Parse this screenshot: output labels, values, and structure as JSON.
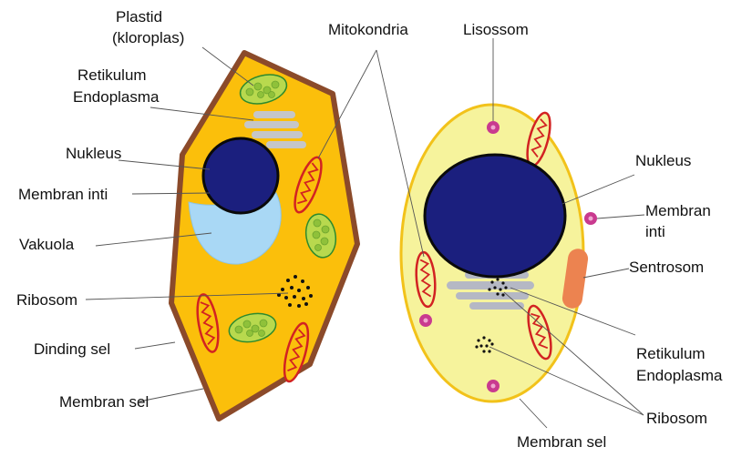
{
  "labels": {
    "plastid_line1": "Plastid",
    "plastid_line2": "(kloroplas)",
    "mitokondria": "Mitokondria",
    "lisossom": "Lisossom",
    "retikulum_left_line1": "Retikulum",
    "retikulum_left_line2": "Endoplasma",
    "nukleus_left": "Nukleus",
    "membran_inti_left": "Membran inti",
    "vakuola": "Vakuola",
    "ribosom_left": "Ribosom",
    "dinding_sel": "Dinding sel",
    "membran_sel_left": "Membran sel",
    "nukleus_right": "Nukleus",
    "membran_inti_right_line1": "Membran",
    "membran_inti_right_line2": "inti",
    "sentrosom": "Sentrosom",
    "retikulum_right_line1": "Retikulum",
    "retikulum_right_line2": "Endoplasma",
    "ribosom_right": "Ribosom",
    "membran_sel_right": "Membran sel"
  },
  "colors": {
    "plant_cytoplasm": "#fbbf0b",
    "cell_wall": "#8b4a2a",
    "animal_cytoplasm": "#f6f39c",
    "animal_membrane": "#f2c21a",
    "nucleus_fill": "#1b1f7e",
    "nucleus_outline": "#0a0a0a",
    "vacuole": "#a9d8f5",
    "chloroplast_fill": "#b8d94e",
    "chloroplast_outline": "#2d8a2d",
    "mitochondria_outline": "#d22222",
    "er": "#c5c6c8",
    "er_animal": "#b5b8c4",
    "lysosome": "#c93a8f",
    "centrosome": "#ec8350",
    "ribosome": "#111111"
  }
}
